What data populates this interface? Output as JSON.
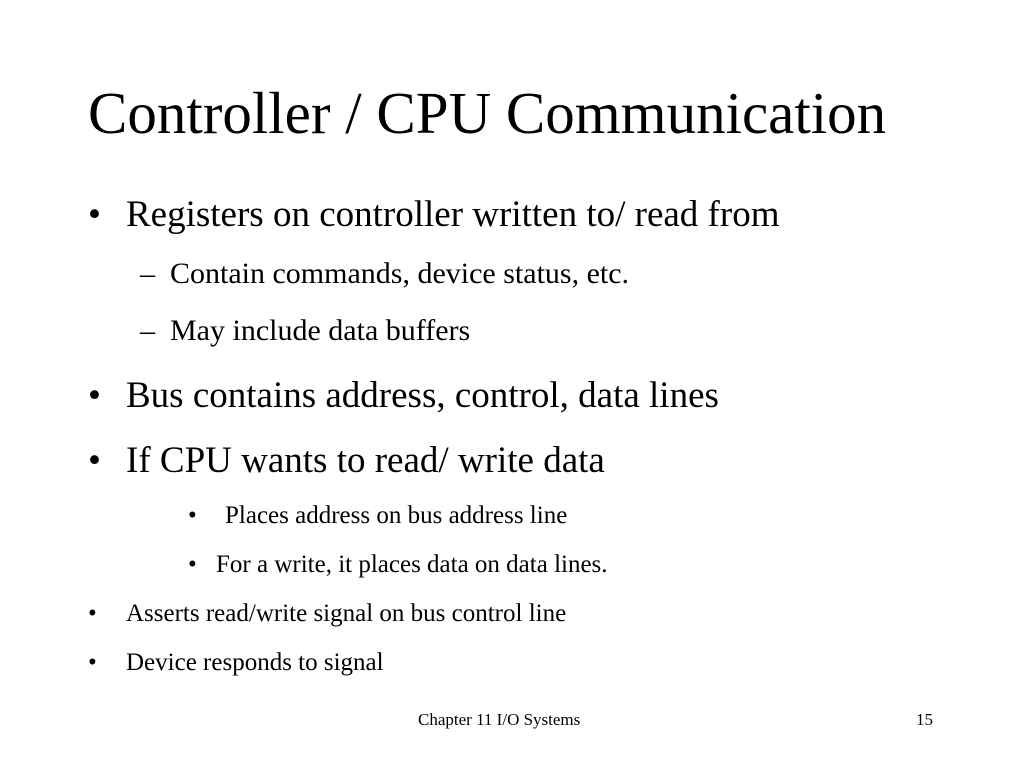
{
  "slide": {
    "title": "Controller / CPU Communication",
    "bullets": [
      {
        "marker": "•",
        "text": "Registers on controller written to/ read from"
      },
      {
        "marker": "–",
        "text": "Contain commands, device status, etc."
      },
      {
        "marker": "–",
        "text": "May include data buffers"
      },
      {
        "marker": "•",
        "text": "Bus contains address, control, data lines"
      },
      {
        "marker": "•",
        "text": "If CPU wants to read/ write data"
      },
      {
        "marker": "•",
        "text": "Places address on bus address line"
      },
      {
        "marker": "•",
        "text": "For a write, it places data on data lines."
      },
      {
        "marker": "•",
        "text": "Asserts read/write signal on bus control line"
      },
      {
        "marker": "•",
        "text": "Device responds to signal"
      }
    ],
    "footer": {
      "chapter": "Chapter 11 I/O Systems",
      "page_number": "15"
    }
  }
}
